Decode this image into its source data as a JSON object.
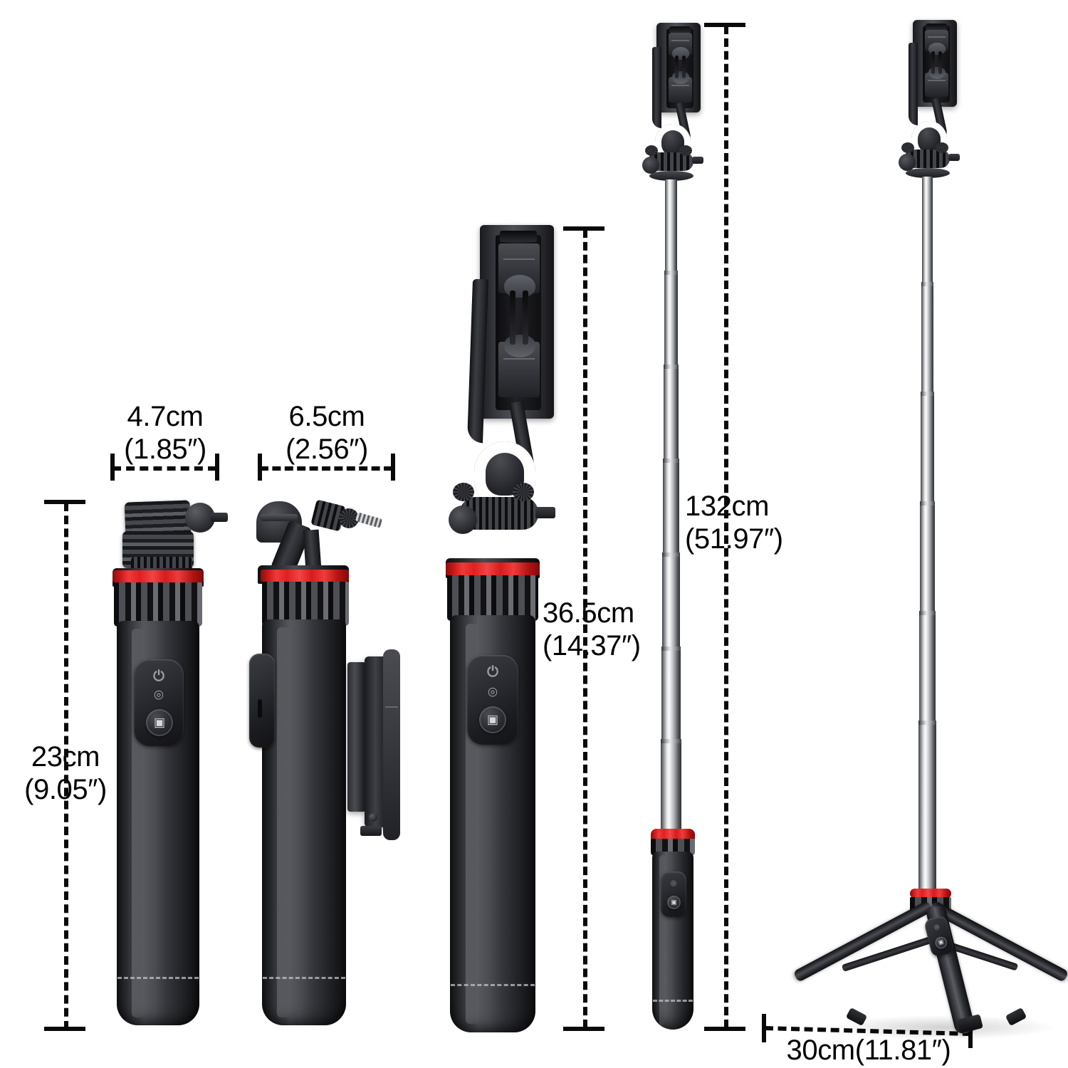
{
  "diagram": {
    "title": "Selfie stick tripod dimension diagram",
    "background_color": "#ffffff",
    "line_color": "#0a0a0a",
    "accent_color": "#e02020",
    "body_color": "#2a2c31"
  },
  "dimensions": {
    "width_collapsed": {
      "metric": "4.7cm",
      "imperial": "(1.85″)"
    },
    "width_with_clamp": {
      "metric": "6.5cm",
      "imperial": "(2.56″)"
    },
    "height_collapsed": {
      "metric": "23cm",
      "imperial": "(9.05″)"
    },
    "height_with_holder": {
      "metric": "36.5cm",
      "imperial": "(14.37″)"
    },
    "height_extended": {
      "metric": "132cm",
      "imperial": "(51.97″)"
    },
    "tripod_spread": {
      "combined": "30cm(11.81″)"
    }
  },
  "views": [
    {
      "id": "view-collapsed-front",
      "name": "Collapsed front view with folded clamp"
    },
    {
      "id": "view-collapsed-side",
      "name": "Collapsed side view with clamp swung out"
    },
    {
      "id": "view-holder-open",
      "name": "Collapsed view with phone holder opened"
    },
    {
      "id": "view-extended-pole",
      "name": "Fully extended telescoping pole"
    },
    {
      "id": "view-tripod-stand",
      "name": "Extended pole on opened tripod legs"
    }
  ],
  "controls": {
    "power_glyph": "⏻",
    "bluetooth_glyph": "⌾",
    "shutter_glyph": "▣"
  }
}
